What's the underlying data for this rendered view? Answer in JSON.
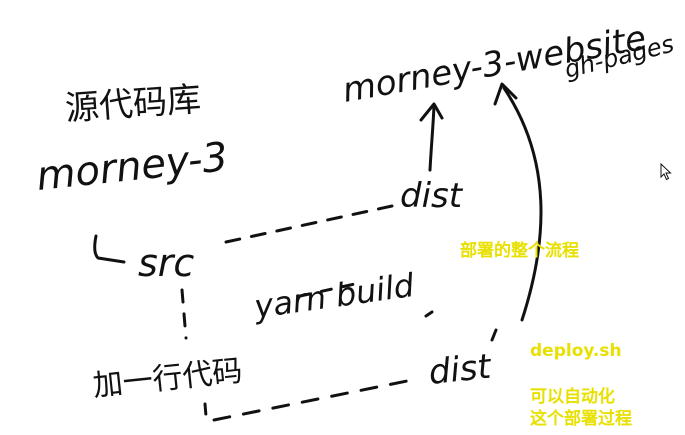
{
  "labels": {
    "source_repo": "源代码库",
    "repo_name": "morney-3",
    "target_repo": "morney-3-website",
    "target_branch": "gh-pages",
    "src": "src",
    "dist_top": "dist",
    "dist_bottom": "dist",
    "build_cmd": "yarn build",
    "add_line": "加一行代码"
  },
  "notes": {
    "title": "部署的整个流程",
    "script": "deploy.sh",
    "line1": "可以自动化",
    "line2": "这个部署过程"
  },
  "colors": {
    "ink": "#111111",
    "note": "#e8e000"
  }
}
